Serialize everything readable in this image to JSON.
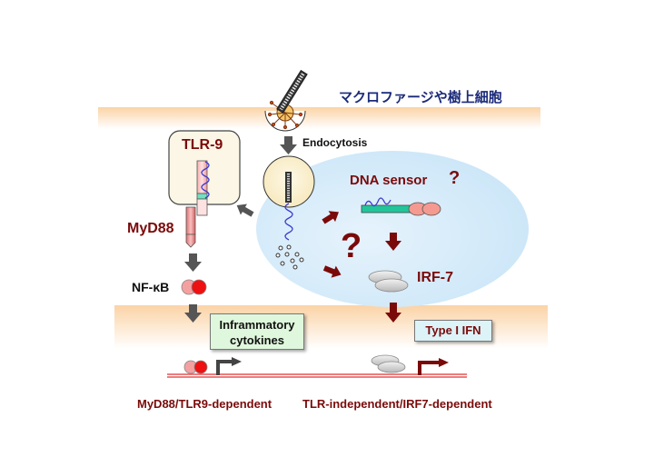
{
  "title": "マクロファージや樹上細胞",
  "labels": {
    "tlr9": "TLR-9",
    "myd88": "MyD88",
    "endocytosis": "Endocytosis",
    "dna_sensor": "DNA sensor",
    "dna_sensor_q": "?",
    "center_q": "?",
    "irf7": "IRF-7",
    "nfkb": "NF-κB",
    "inflammatory_line1": "Inframmatory",
    "inflammatory_line2": "cytokines",
    "type1_ifn": "Type I IFN",
    "left_pathway": "MyD88/TLR9-dependent",
    "right_pathway": "TLR-independent/IRF7-dependent"
  },
  "colors": {
    "membrane": "#fbd9b0",
    "cytoplasm": "#d6ecfa",
    "dark_red": "#7a0a0a",
    "arrow_gray": "#555555",
    "endosome": "#fbf1d0",
    "tlr_box": "#fcf6e6",
    "cytokine_box": "#dff7dc",
    "ifn_box": "#dcf3f8",
    "dna_strand": "#3a3ad0",
    "sensor_bar": "#22c59a",
    "sensor_ball": "#f59a90",
    "nfkb_light": "#f5a0a0",
    "nfkb_dark": "#ee1111",
    "irf7_gray": "#d0d0d0",
    "dna_line": "#e03030"
  }
}
